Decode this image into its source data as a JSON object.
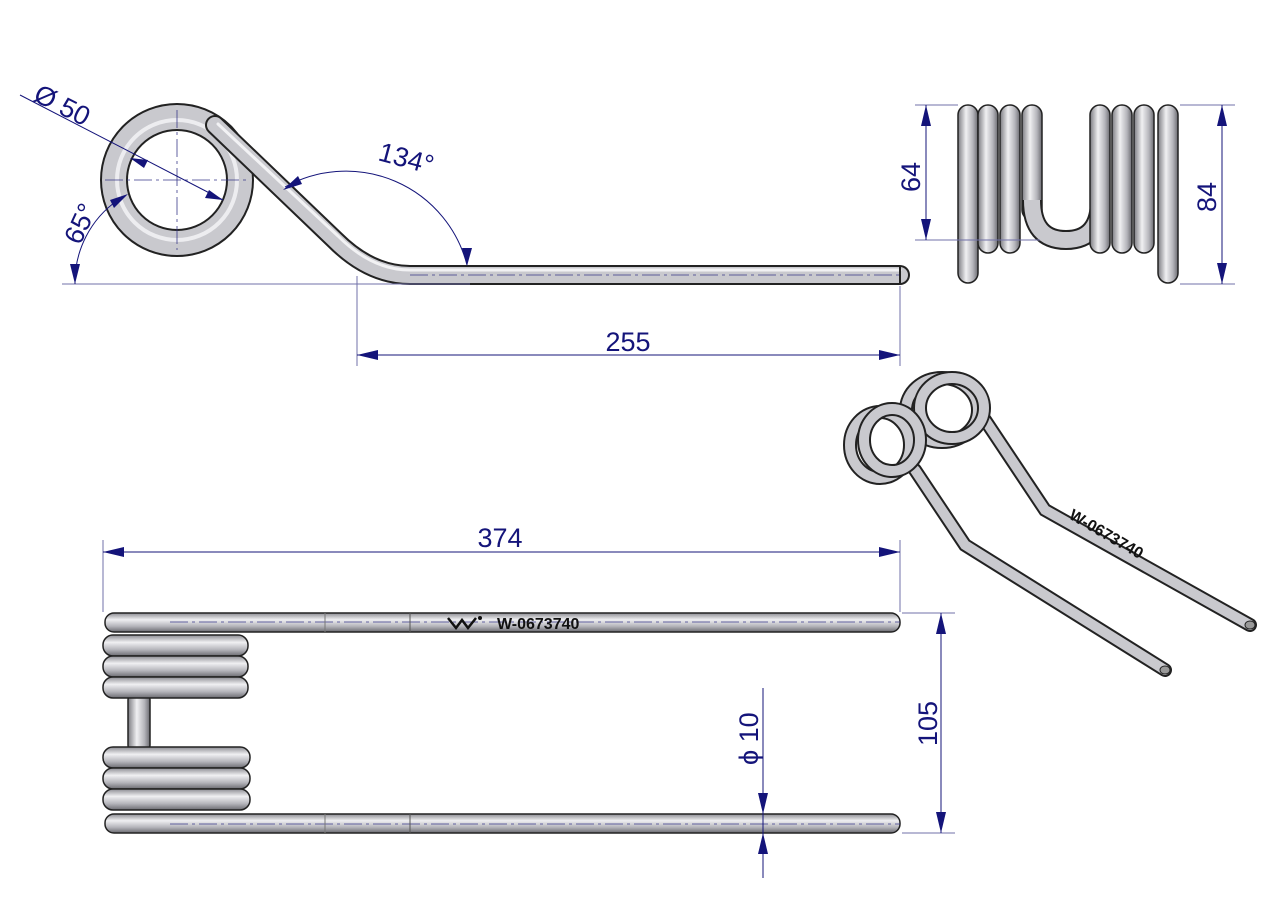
{
  "drawing": {
    "part_number": "W-0673740",
    "logo_text": "W",
    "dimensions": {
      "loop_diameter": "Ø 50",
      "angle_loop": "65°",
      "angle_bend": "134°",
      "straight_length": "255",
      "coil_height_inner": "64",
      "coil_height_outer": "84",
      "overall_length": "374",
      "leg_spacing": "105",
      "wire_diameter": "ϕ 10"
    },
    "colors": {
      "dimension": "#14147a",
      "steel": "#c9c9ce",
      "outline": "#222222"
    }
  }
}
